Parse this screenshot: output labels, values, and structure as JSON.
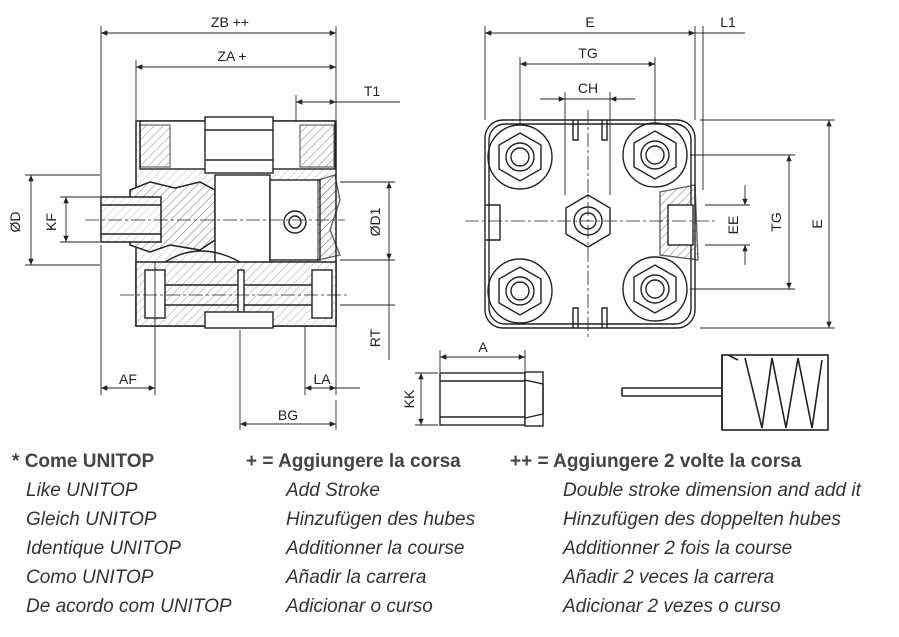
{
  "dimensions": {
    "zb": "ZB ++",
    "za": "ZA +",
    "t1": "T1",
    "od": "ØD",
    "kf": "KF",
    "od1": "ØD1",
    "rt": "RT",
    "af": "AF",
    "la": "LA",
    "bg": "BG",
    "e_top": "E",
    "l1": "L1",
    "tg_top": "TG",
    "ch": "CH",
    "ee": "EE",
    "tg_side": "TG",
    "e_side": "E",
    "a": "A",
    "kk": "KK"
  },
  "legend": {
    "col1": {
      "symbol": "*",
      "heading": "Come UNITOP",
      "lines": [
        "Like UNITOP",
        "Gleich UNITOP",
        "Identique UNITOP",
        "Como UNITOP",
        "De acordo com UNITOP"
      ]
    },
    "col2": {
      "symbol": "+ =",
      "heading": "Aggiungere la corsa",
      "lines": [
        "Add Stroke",
        "Hinzufügen des hubes",
        "Additionner la course",
        "Añadir la carrera",
        "Adicionar o curso"
      ]
    },
    "col3": {
      "symbol": "++ =",
      "heading": "Aggiungere 2 volte la corsa",
      "lines": [
        "Double stroke dimension and add it",
        "Hinzufügen des doppelten hubes",
        "Additionner 2 fois la course",
        "Añadir 2 veces la carrera",
        "Adicionar 2 vezes o curso"
      ]
    }
  }
}
